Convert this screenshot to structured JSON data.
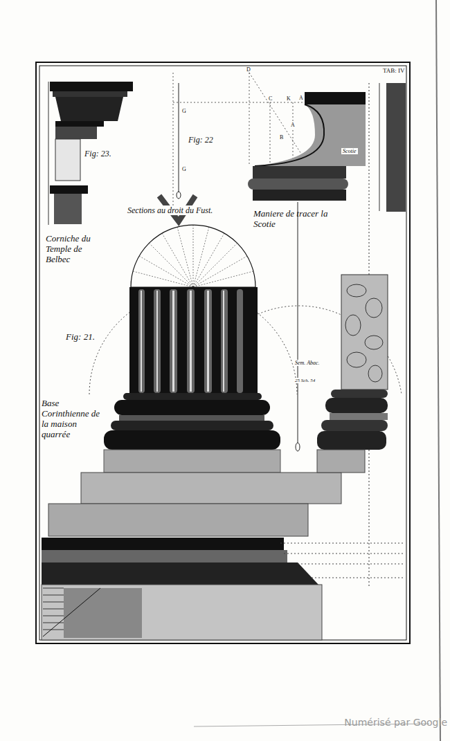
{
  "diagram": {
    "labels": [
      "TAB: IV",
      "Fig: 23.",
      "Corniche du Temple de Belbec",
      "Fig: 22",
      "Sections au droit du Fust.",
      "Maniere de tracer la Scotie",
      "Scotie",
      "Fig: 21.",
      "Base Corinthienne de la maison quarrée",
      "Sem. Abac.",
      "25 Sch. 54",
      "D",
      "C",
      "K",
      "A",
      "A",
      "B",
      "G",
      "G",
      "Numérisé par Google"
    ]
  }
}
